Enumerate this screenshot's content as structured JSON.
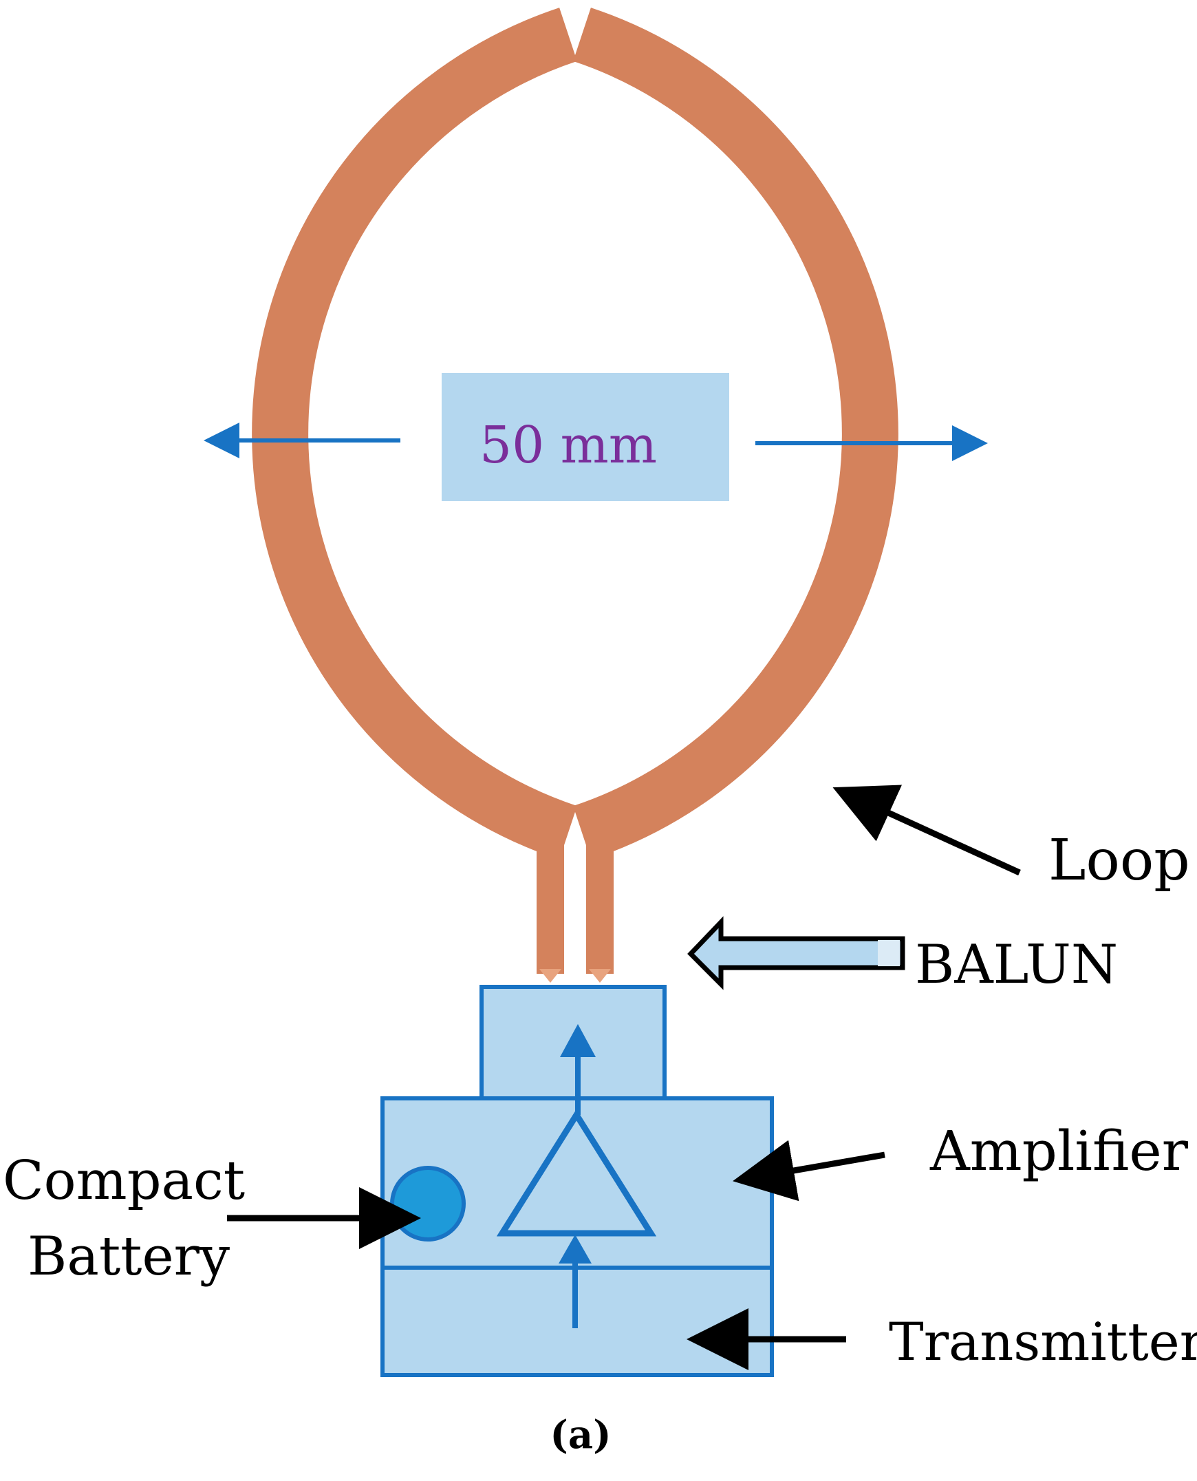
{
  "diagram": {
    "dimension_label": "50 mm",
    "labels": {
      "loop": "Loop",
      "balun": "BALUN",
      "amplifier": "Amplifier",
      "battery_line1": "Compact",
      "battery_line2": "Battery",
      "transmitter": "Transmitter"
    },
    "caption": "(a)"
  },
  "colors": {
    "loop_copper": "#D4825C",
    "block_fill": "#B4D7EF",
    "block_stroke": "#1873C4",
    "battery_fill": "#1E9AD9",
    "arrow_blue": "#1873C4",
    "dimension_text": "#7A2E9A",
    "dimension_box": "#B4D7EF",
    "pointer_arrows": "#000000"
  }
}
